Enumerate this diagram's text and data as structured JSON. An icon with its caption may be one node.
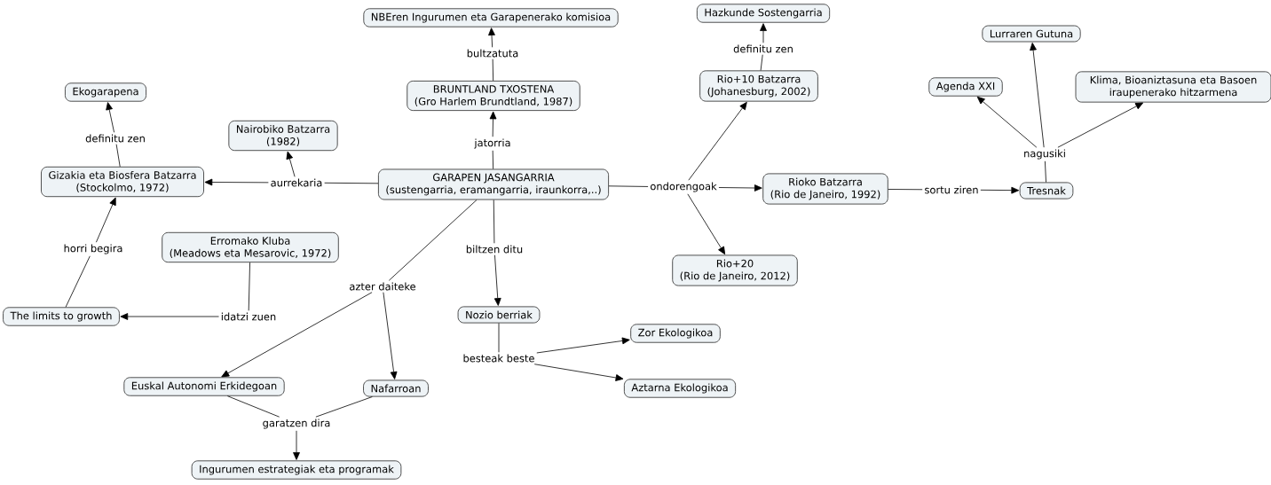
{
  "diagram": {
    "nodes": [
      {
        "text": [
          "NBEren Ingurumen eta Garapenerako komisioa"
        ]
      },
      {
        "text": [
          "Hazkunde Sostengarria"
        ]
      },
      {
        "text": [
          "Lurraren Gutuna"
        ]
      },
      {
        "text": [
          "Ekogarapena"
        ]
      },
      {
        "text": [
          "Agenda XXI"
        ]
      },
      {
        "text": [
          "Klima, Bioaniztasuna eta Basoen iraupenerako hitzarmena"
        ]
      },
      {
        "text": [
          "BRUNTLAND TXOSTENA",
          "(Gro Harlem Brundtland, 1987)"
        ]
      },
      {
        "text": [
          "Rio+10 Batzarra",
          "(Johanesburg, 2002)"
        ]
      },
      {
        "text": [
          "Nairobiko Batzarra",
          "(1982)"
        ]
      },
      {
        "text": [
          "Gizakia eta Biosfera Batzarra",
          "(Stockolmo, 1972)"
        ]
      },
      {
        "text": [
          "GARAPEN JASANGARRIA",
          "(sustengarria, eramangarria, iraunkorra,..)"
        ]
      },
      {
        "text": [
          "Rioko Batzarra",
          "(Rio de Janeiro, 1992)"
        ]
      },
      {
        "text": [
          "Tresnak"
        ]
      },
      {
        "text": [
          "Erromako Kluba",
          "(Meadows eta Mesarovic, 1972)"
        ]
      },
      {
        "text": [
          "Rio+20",
          "(Rio de Janeiro, 2012)"
        ]
      },
      {
        "text": [
          "The limits to growth"
        ]
      },
      {
        "text": [
          "Nozio berriak"
        ]
      },
      {
        "text": [
          "Zor Ekologikoa"
        ]
      },
      {
        "text": [
          "Euskal Autonomi Erkidegoan"
        ]
      },
      {
        "text": [
          "Nafarroan"
        ]
      },
      {
        "text": [
          "Aztarna Ekologikoa"
        ]
      },
      {
        "text": [
          "Ingurumen estrategiak eta programak"
        ]
      },
      {
        "text": [
          "bultzatuta"
        ]
      },
      {
        "text": [
          "definitu zen"
        ]
      },
      {
        "text": [
          "definitu zen"
        ]
      },
      {
        "text": [
          "jatorria"
        ]
      },
      {
        "text": [
          "nagusiki"
        ]
      },
      {
        "text": [
          "aurrekaria"
        ]
      },
      {
        "text": [
          "ondorengoak"
        ]
      },
      {
        "text": [
          "sortu ziren"
        ]
      },
      {
        "text": [
          "horri begira"
        ]
      },
      {
        "text": [
          "biltzen ditu"
        ]
      },
      {
        "text": [
          "azter daiteke"
        ]
      },
      {
        "text": [
          "idatzi zuen"
        ]
      },
      {
        "text": [
          "besteak beste"
        ]
      },
      {
        "text": [
          "garatzen dira"
        ]
      }
    ],
    "edges": [
      {
        "from": 10,
        "to": 25,
        "arrow": "none"
      },
      {
        "from": 25,
        "to": 6,
        "arrow": "to"
      },
      {
        "from": 6,
        "to": 22,
        "arrow": "none"
      },
      {
        "from": 22,
        "to": 0,
        "arrow": "to"
      },
      {
        "from": 10,
        "to": 27,
        "arrow": "none"
      },
      {
        "from": 27,
        "to": 9,
        "arrow": "to"
      },
      {
        "from": 27,
        "to": 8,
        "arrow": "to"
      },
      {
        "from": 9,
        "to": 24,
        "arrow": "none"
      },
      {
        "from": 24,
        "to": 3,
        "arrow": "to"
      },
      {
        "from": 15,
        "to": 30,
        "arrow": "none"
      },
      {
        "from": 30,
        "to": 9,
        "arrow": "to"
      },
      {
        "from": 13,
        "to": 33,
        "arrow": "none"
      },
      {
        "from": 33,
        "to": 15,
        "arrow": "to"
      },
      {
        "from": 10,
        "to": 28,
        "arrow": "none"
      },
      {
        "from": 28,
        "to": 7,
        "arrow": "to"
      },
      {
        "from": 28,
        "to": 11,
        "arrow": "to"
      },
      {
        "from": 28,
        "to": 14,
        "arrow": "to"
      },
      {
        "from": 7,
        "to": 23,
        "arrow": "none"
      },
      {
        "from": 23,
        "to": 1,
        "arrow": "to"
      },
      {
        "from": 11,
        "to": 29,
        "arrow": "none"
      },
      {
        "from": 29,
        "to": 12,
        "arrow": "to"
      },
      {
        "from": 12,
        "to": 26,
        "arrow": "none"
      },
      {
        "from": 26,
        "to": 4,
        "arrow": "to"
      },
      {
        "from": 26,
        "to": 2,
        "arrow": "to"
      },
      {
        "from": 26,
        "to": 5,
        "arrow": "to"
      },
      {
        "from": 10,
        "to": 31,
        "arrow": "none"
      },
      {
        "from": 31,
        "to": 16,
        "arrow": "to"
      },
      {
        "from": 16,
        "to": 34,
        "arrow": "none"
      },
      {
        "from": 34,
        "to": 17,
        "arrow": "to"
      },
      {
        "from": 34,
        "to": 20,
        "arrow": "to"
      },
      {
        "from": 10,
        "to": 32,
        "arrow": "none"
      },
      {
        "from": 32,
        "to": 18,
        "arrow": "to"
      },
      {
        "from": 32,
        "to": 19,
        "arrow": "to"
      },
      {
        "from": 18,
        "to": 35,
        "arrow": "none"
      },
      {
        "from": 19,
        "to": 35,
        "arrow": "none"
      },
      {
        "from": 35,
        "to": 21,
        "arrow": "to"
      }
    ]
  }
}
